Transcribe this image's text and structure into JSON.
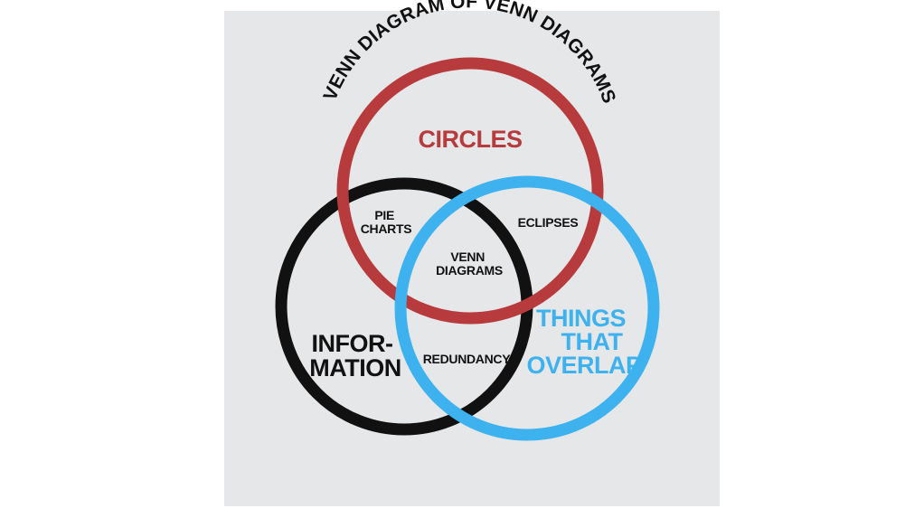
{
  "title": "VENN DIAGRAM OF VENN DIAGRAMS",
  "sets": {
    "circles": {
      "label": "CIRCLES",
      "color": "#b73a3c"
    },
    "information": {
      "label_line1": "INFOR-",
      "label_line2": "MATION",
      "color": "#111111"
    },
    "things_that_overlap": {
      "label_line1": "THINGS",
      "label_line2": "THAT",
      "label_line3": "OVERLAP",
      "color": "#3db2ef"
    }
  },
  "intersections": {
    "circles_information": {
      "line1": "PIE",
      "line2": "CHARTS"
    },
    "circles_things": {
      "line1": "ECLIPSES"
    },
    "all_three": {
      "line1": "VENN",
      "line2": "DIAGRAMS"
    },
    "information_things": {
      "line1": "REDUNDANCY"
    }
  },
  "colors": {
    "panel_background": "#e6e7e9",
    "page_background": "#ffffff",
    "text": "#111111"
  }
}
